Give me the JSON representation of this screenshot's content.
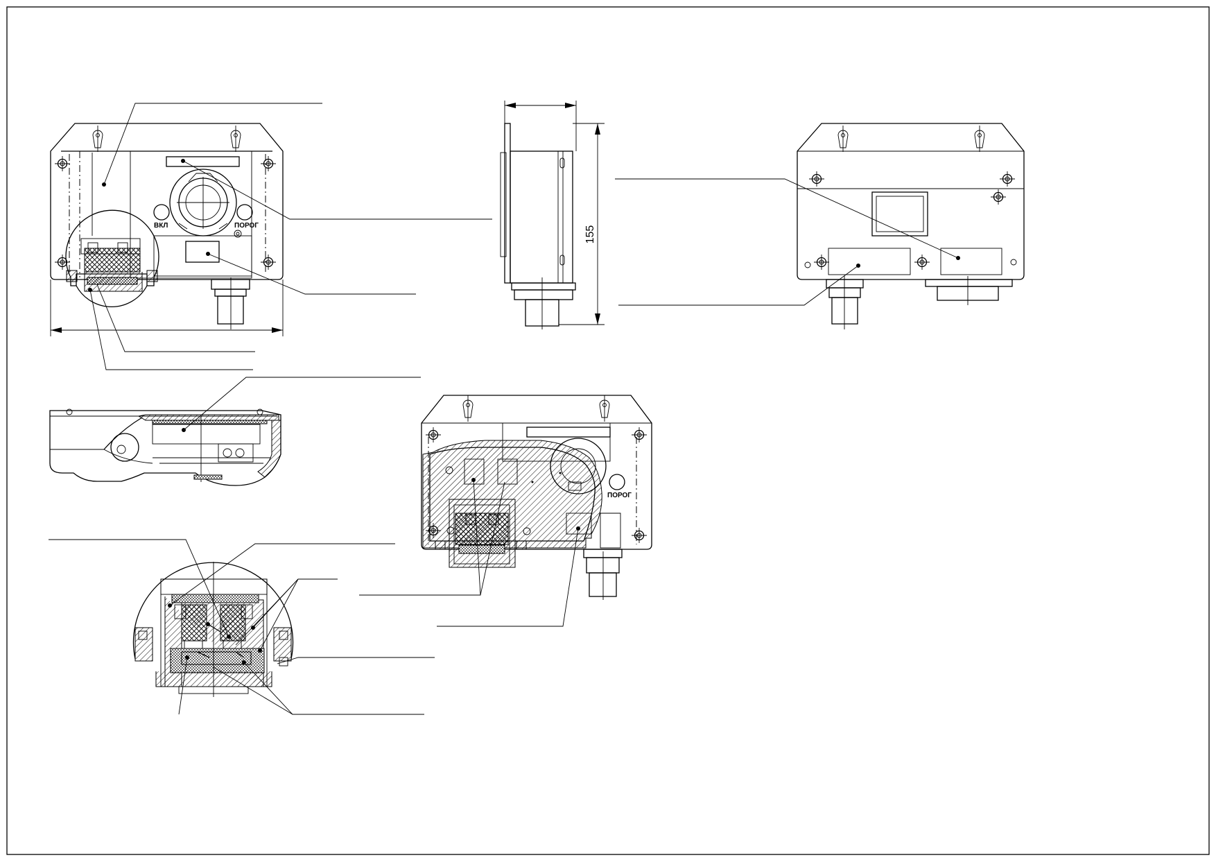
{
  "drawing": {
    "front_view": {
      "button_left_label": "ВКЛ",
      "button_right_label": "ПОРОГ"
    },
    "side_view": {
      "height_dimension": "155"
    },
    "open_view": {
      "button_label": "ПОРОГ"
    }
  }
}
